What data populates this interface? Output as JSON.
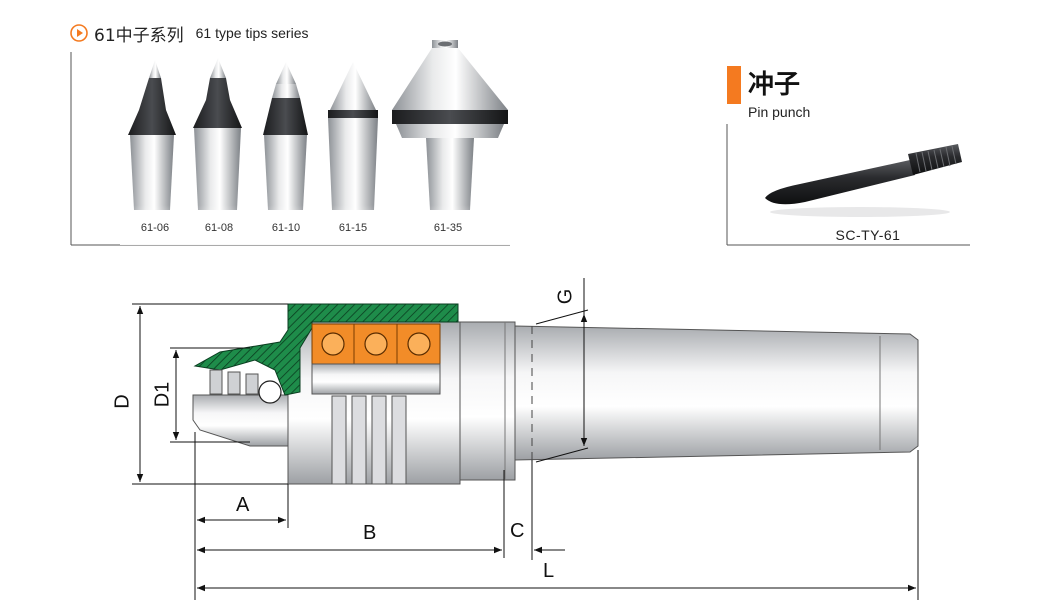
{
  "series": {
    "title_zh": "61中子系列",
    "title_en": "61 type tips series",
    "tips": [
      {
        "model": "61-06"
      },
      {
        "model": "61-08"
      },
      {
        "model": "61-10"
      },
      {
        "model": "61-15"
      },
      {
        "model": "61-35"
      }
    ]
  },
  "pin_punch": {
    "title_zh": "冲子",
    "title_en": "Pin punch",
    "model": "SC-TY-61"
  },
  "drawing": {
    "dimensions": {
      "d": "D",
      "d1": "D1",
      "a": "A",
      "b": "B",
      "c": "C",
      "g": "G",
      "l": "L"
    }
  },
  "colors": {
    "accent": "#f47a20",
    "hatch_green": "#1e8c4a",
    "bearing_orange": "#f28c28"
  }
}
